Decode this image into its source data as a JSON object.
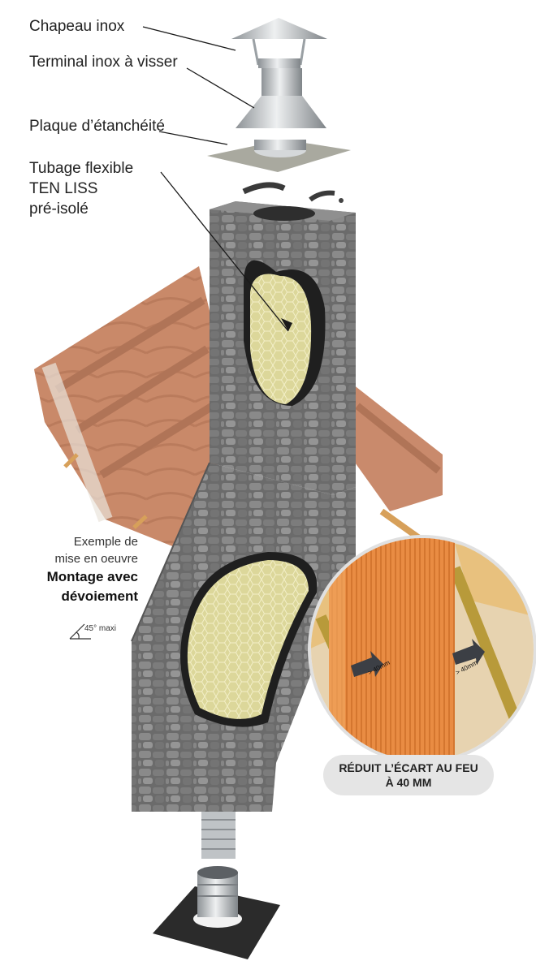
{
  "callouts": {
    "chapeau": "Chapeau inox",
    "terminal": "Terminal inox à visser",
    "plaque": "Plaque d’étanchéité",
    "tubage_lines": [
      "Tubage flexible",
      "TEN LISS",
      "pré-isolé"
    ]
  },
  "example": {
    "line1": "Exemple de",
    "line2": "mise en oeuvre",
    "bold1": "Montage avec",
    "bold2": "dévoiement",
    "angle": "45° maxi"
  },
  "inset": {
    "distance_left": "> 40mm",
    "distance_right": "> 40mm",
    "badge_line1": "RÉDUIT L’ÉCART AU FEU",
    "badge_line2": "À 40 MM"
  },
  "colors": {
    "stone": "#6e6e6e",
    "tile": "#c98a6c",
    "insulation": "#d9d591",
    "steel": "#c9cdd0",
    "wood": "#d99a3d",
    "badge_bg": "#e5e5e5"
  }
}
